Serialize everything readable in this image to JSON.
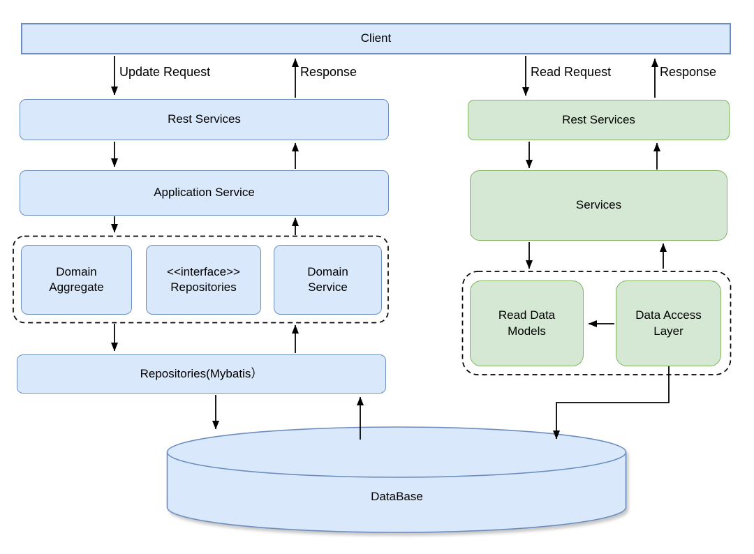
{
  "colors": {
    "background": "#ffffff",
    "blue_fill": "#dae8fc",
    "blue_border": "#6c8ebf",
    "green_fill": "#d5e8d4",
    "green_border": "#82b366",
    "dashed_border": "#000000",
    "arrow": "#000000",
    "text_color": "#000000"
  },
  "client": {
    "label": "Client"
  },
  "edges": {
    "update_request": "Update Request",
    "response_left": "Response",
    "read_request": "Read Request",
    "response_right": "Response"
  },
  "write_side": {
    "rest_services": "Rest Services",
    "application_service": "Application Service",
    "domain_aggregate": "Domain\nAggregate",
    "interface_repositories": "<<interface>>\nRepositories",
    "domain_service": "Domain\nService",
    "repositories_mybatis": "Repositories(Mybatis）"
  },
  "read_side": {
    "rest_services": "Rest Services",
    "services": "Services",
    "read_data_models": "Read Data\nModels",
    "data_access_layer": "Data Access\nLayer"
  },
  "database": {
    "label": "DataBase"
  }
}
